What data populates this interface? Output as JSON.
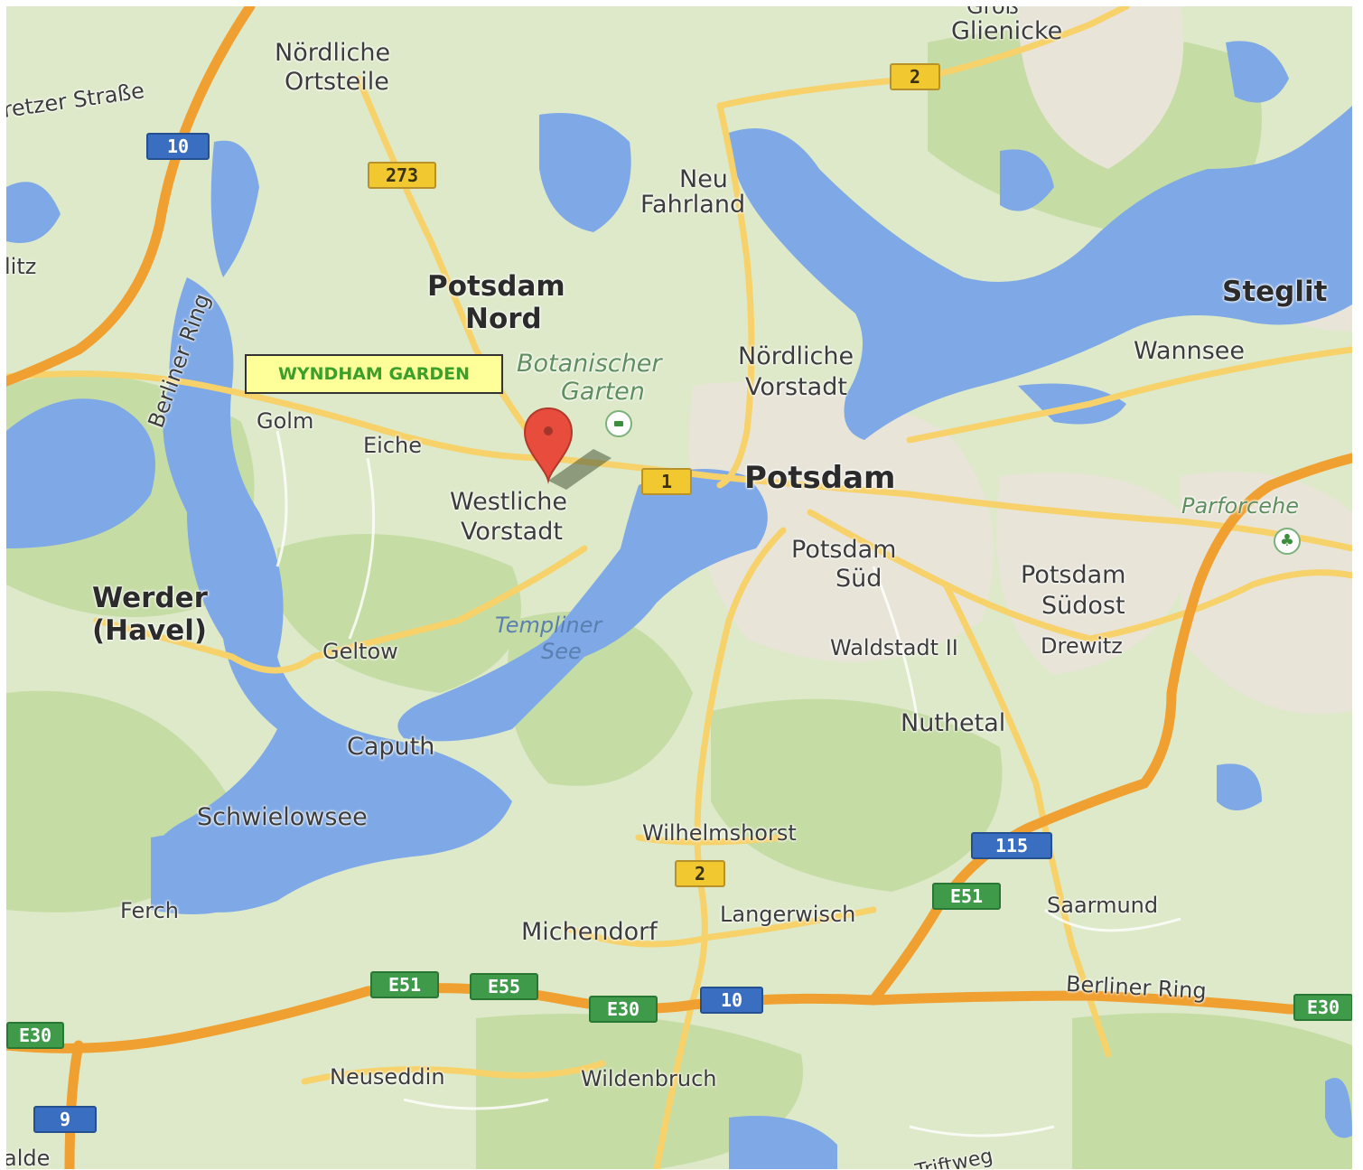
{
  "map": {
    "hotel_label": "WYNDHAM GARDEN",
    "places": {
      "gross_glienicke_top": "Groß",
      "glienicke": "Glienicke",
      "noerdliche_ortsteile_1": "Nördliche",
      "noerdliche_ortsteile_2": "Ortsteile",
      "ketzer_strasse": "retzer Straße",
      "neu_fahrland_1": "Neu",
      "neu_fahrland_2": "Fahrland",
      "litz": "litz",
      "potsdam_nord_1": "Potsdam",
      "potsdam_nord_2": "Nord",
      "steglitz": "Steglit",
      "wannsee": "Wannsee",
      "botanischer_1": "Botanischer",
      "botanischer_2": "Garten",
      "noerdliche_vorstadt_1": "Nördliche",
      "noerdliche_vorstadt_2": "Vorstadt",
      "golm": "Golm",
      "eiche": "Eiche",
      "potsdam": "Potsdam",
      "westliche_1": "Westliche",
      "westliche_2": "Vorstadt",
      "parforceheide": "Parforcehe",
      "potsdam_sued_1": "Potsdam",
      "potsdam_sued_2": "Süd",
      "potsdam_suedost_1": "Potsdam",
      "potsdam_suedost_2": "Südost",
      "werder_1": "Werder",
      "werder_2": "(Havel)",
      "templiner_1": "Templiner",
      "templiner_2": "See",
      "geltow": "Geltow",
      "waldstadt": "Waldstadt II",
      "drewitz": "Drewitz",
      "nuthetal": "Nuthetal",
      "caputh": "Caputh",
      "schwielowsee": "Schwielowsee",
      "wilhelmshorst": "Wilhelmshorst",
      "saarmund": "Saarmund",
      "ferch": "Ferch",
      "langerwisch": "Langerwisch",
      "michendorf": "Michendorf",
      "berliner_ring_left": "Berliner Ring",
      "berliner_ring_right": "Berliner Ring",
      "neuseddin": "Neuseddin",
      "wildenbruch": "Wildenbruch",
      "walde": "alde",
      "triftweg": "Triftweg"
    },
    "shields": {
      "b2_top": "2",
      "a10_top": "10",
      "b273": "273",
      "b1": "1",
      "a115": "115",
      "b2_bottom": "2",
      "e51_right": "E51",
      "e51_left": "E51",
      "e55": "E55",
      "e30_mid": "E30",
      "a10_bottom": "10",
      "e30_right": "E30",
      "e30_left": "E30",
      "a9": "9"
    },
    "colors": {
      "land": "#dde9c9",
      "forest": "#c6dca5",
      "urban": "#e8e4d8",
      "water": "#7ea9e6",
      "motorway": "#f0a030",
      "main_road": "#f7d26a",
      "pin": "#e74c3c",
      "hotel_text": "#3aa02a",
      "hotel_bg": "#ffff99"
    },
    "icons": {
      "pin": "map-pin-icon",
      "garden": "garden-icon",
      "park": "park-icon"
    }
  }
}
